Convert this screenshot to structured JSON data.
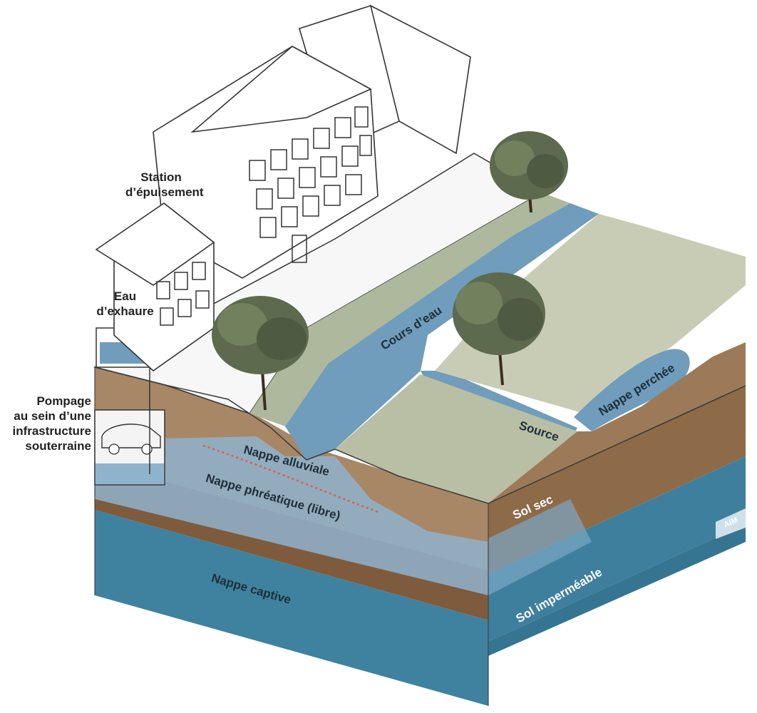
{
  "labels": {
    "station": [
      "Station",
      "d’épuisement"
    ],
    "exhaure": [
      "Eau",
      "d’exhaure"
    ],
    "pompage": [
      "Pompage",
      "au sein d’une",
      "infrastructure",
      "souterraine"
    ],
    "cours_eau": "Cours d’eau",
    "nappe_perchee": "Nappe perchée",
    "source": "Source",
    "nappe_alluviale": "Nappe alluviale",
    "nappe_phreatique": "Nappe phréatique (libre)",
    "sol_sec": "Sol sec",
    "sol_impermeable": "Sol imperméable",
    "nappe_captive": "Nappe captive",
    "signature": "AIM"
  },
  "colors": {
    "ground_brown": "#a98763",
    "dark_brown": "#7a5a3c",
    "water_blue": "#6f9dbb",
    "deep_water": "#3f7f9e",
    "grass": "#b6bea4",
    "line": "#333333"
  }
}
